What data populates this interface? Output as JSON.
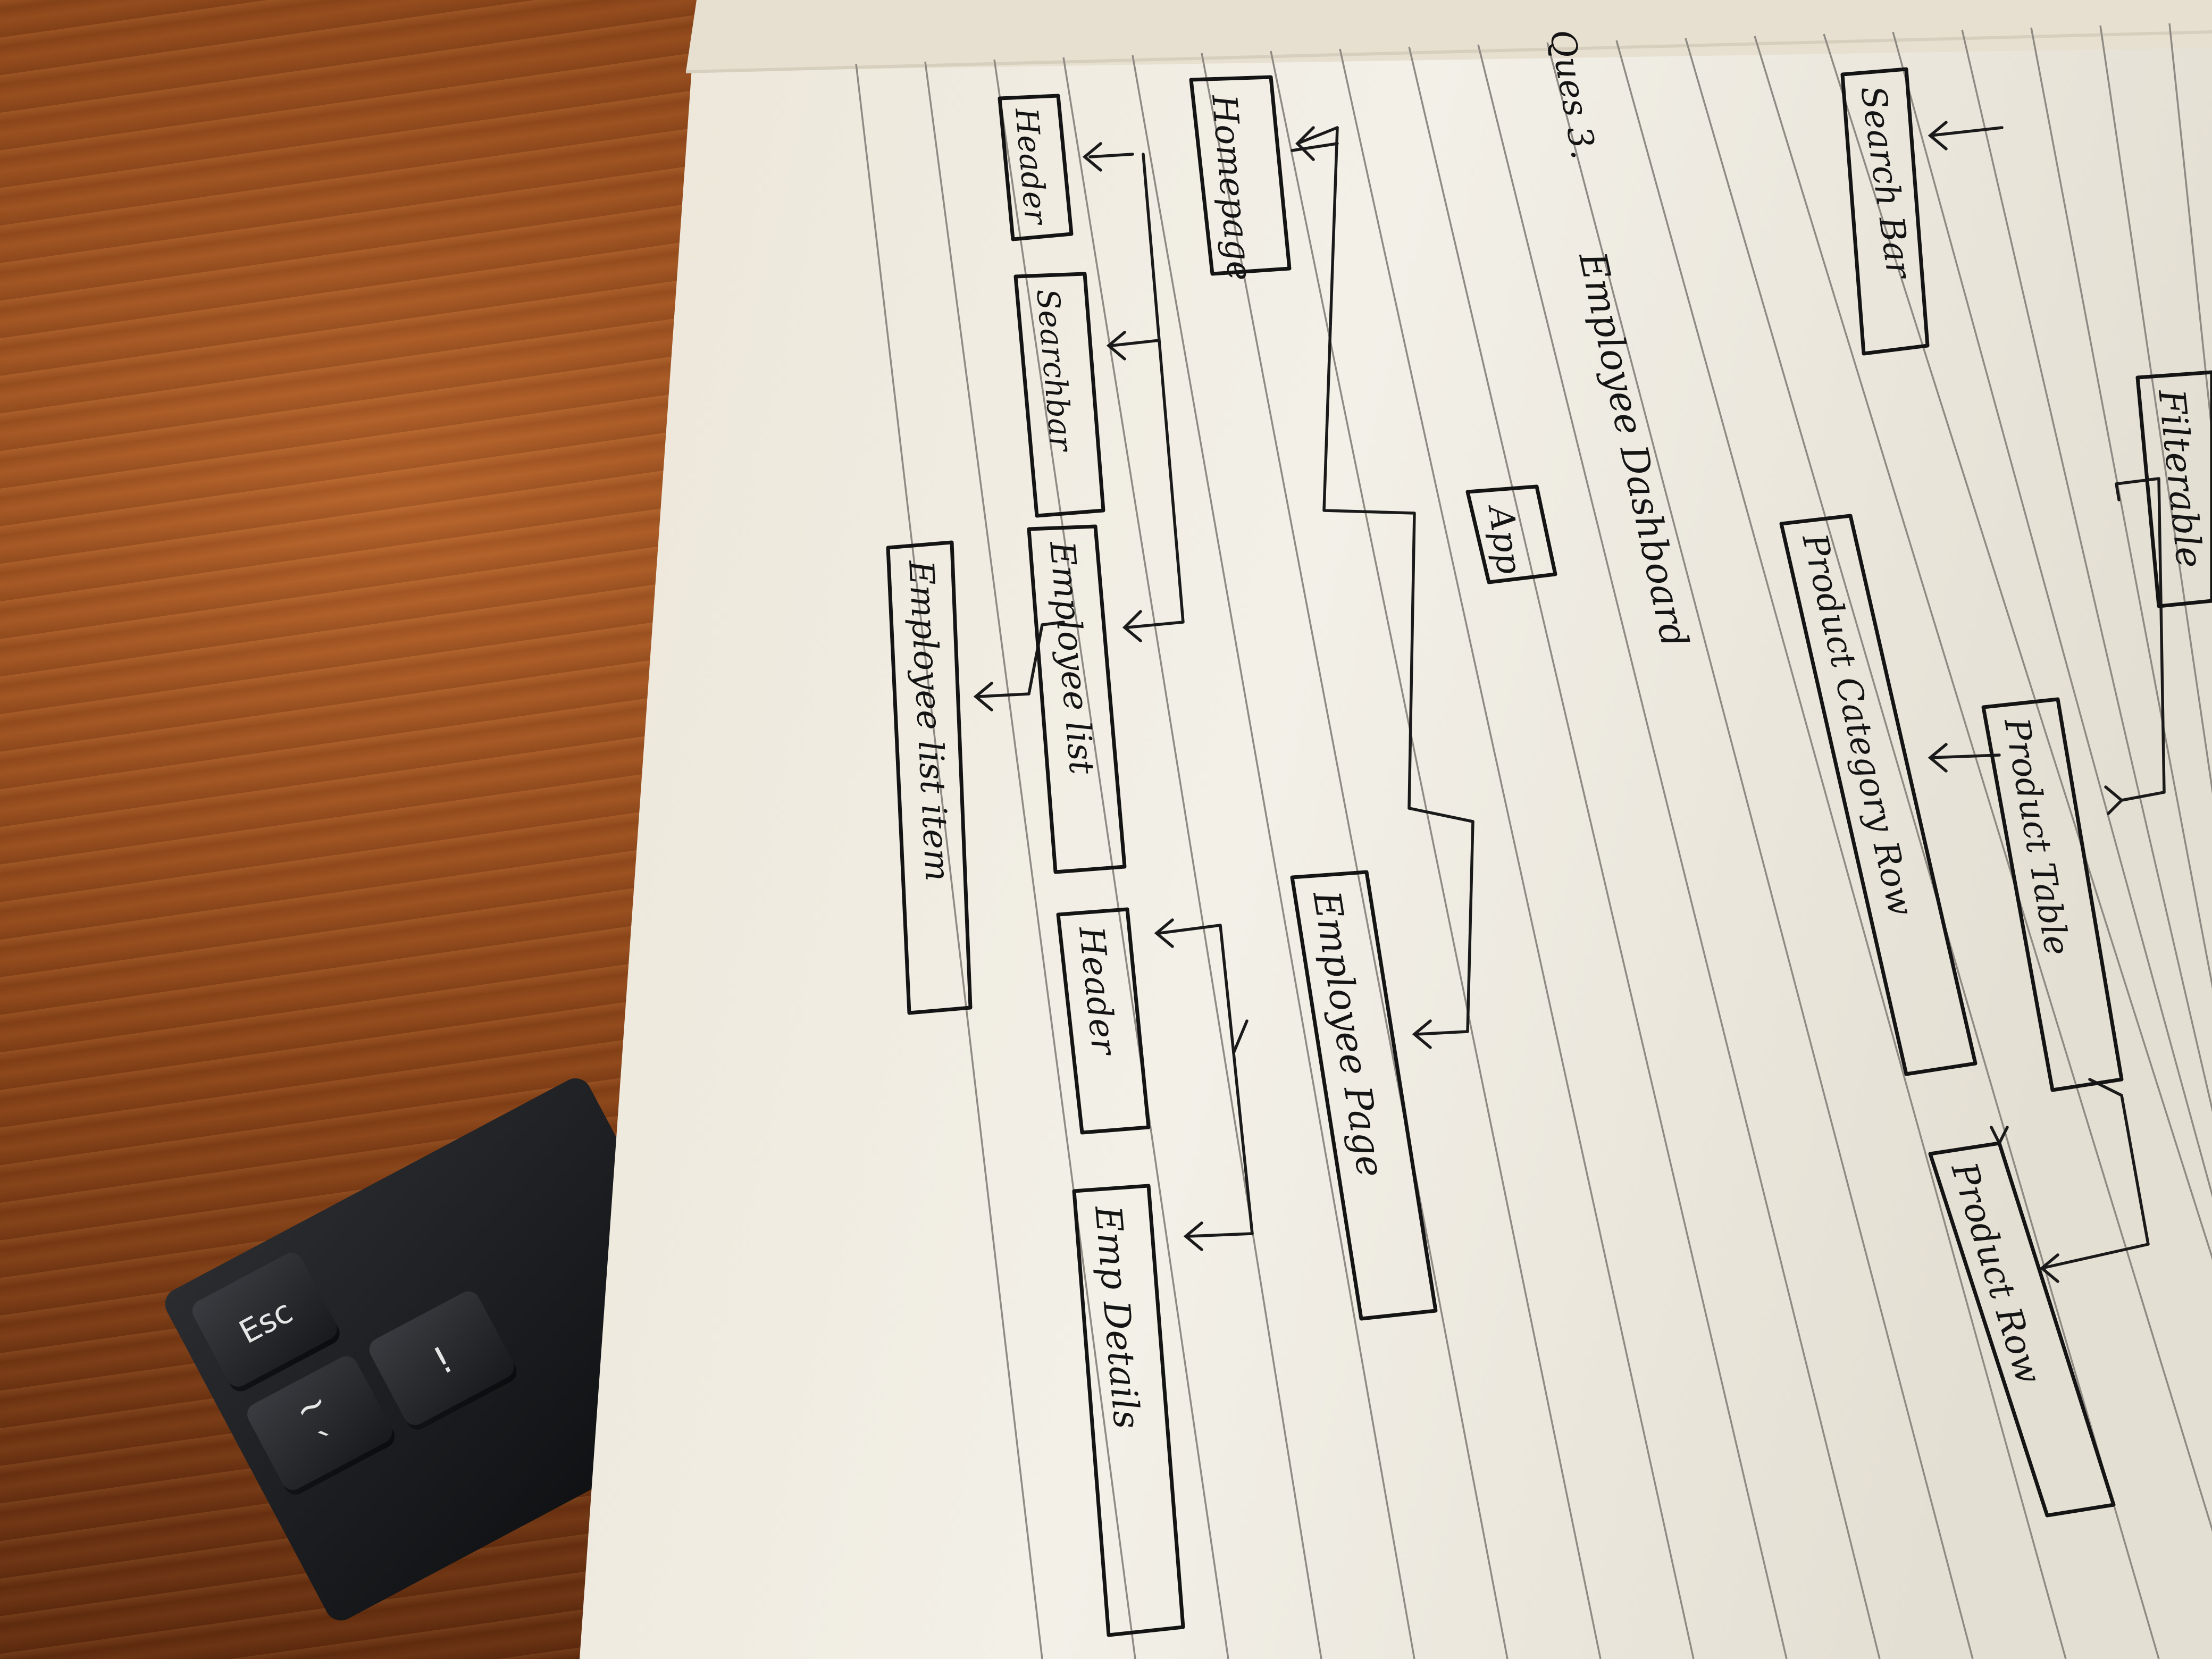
{
  "heading": {
    "question": "Ques 3.",
    "title": "Employee Dashboard"
  },
  "tree_employee": {
    "app": "App",
    "homepage": "Homepage",
    "header_left": "Header",
    "searchbar": "Searchbar",
    "employee_list": "Employee list",
    "employee_list_item": "Employee list item",
    "employee_page": "Employee Page",
    "header_right": "Header",
    "emp_details": "Emp Details"
  },
  "tree_product": {
    "filterable": "Filterable",
    "search_bar": "Search Bar",
    "product_table": "Product Table",
    "product_category_row": "Product Category Row",
    "product_row": "Product Row"
  },
  "keyboard": {
    "keys": [
      "Esc",
      "~",
      "`",
      "!"
    ]
  },
  "colors": {
    "ink": "#141414",
    "paper": "#f5f2ea",
    "wood": "#8a4418",
    "keyboard": "#1a1b1e"
  }
}
